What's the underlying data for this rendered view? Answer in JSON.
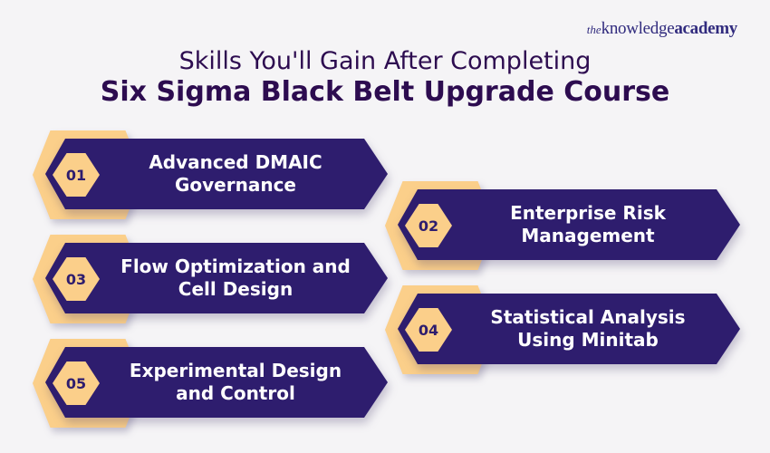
{
  "logo": {
    "the": "the",
    "knowledge": "knowledge",
    "academy": "academy"
  },
  "title": {
    "line1": "Skills You'll Gain After Completing",
    "line2": "Six Sigma Black Belt Upgrade Course"
  },
  "skills": [
    {
      "number": "01",
      "label": "Advanced DMAIC\nGovernance"
    },
    {
      "number": "02",
      "label": "Enterprise Risk\nManagement"
    },
    {
      "number": "03",
      "label": "Flow Optimization and\nCell Design"
    },
    {
      "number": "04",
      "label": "Statistical Analysis\nUsing Minitab"
    },
    {
      "number": "05",
      "label": "Experimental Design\nand Control"
    }
  ],
  "colors": {
    "banner_purple": "#2e1d6e",
    "hexagon_peach": "#fbcf8a",
    "title_text": "#2d0c50",
    "background": "#f5f4f6",
    "logo_indigo": "#312b7e",
    "banner_text": "#ffffff"
  }
}
